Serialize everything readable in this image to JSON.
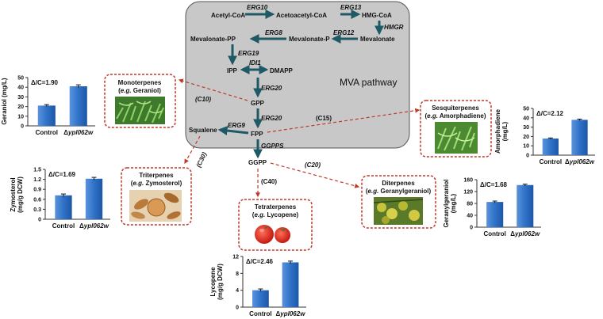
{
  "pathway": {
    "title": "MVA pathway",
    "metabolites": {
      "acetyl_coa": "Acetyl-CoA",
      "acetoacetyl_coa": "Acetoacetyl-CoA",
      "hmg_coa": "HMG-CoA",
      "mevalonate_pp": "Mevalonate-PP",
      "mevalonate_p": "Mevalonate-P",
      "mevalonate": "Mevalonate",
      "ipp": "IPP",
      "dmapp": "DMAPP",
      "gpp": "GPP",
      "fpp": "FPP",
      "squalene": "Squalene",
      "ggpp": "GGPP"
    },
    "enzymes": {
      "erg10": "ERG10",
      "erg13": "ERG13",
      "hmgr": "HMGR",
      "erg12": "ERG12",
      "erg8": "ERG8",
      "erg19": "ERG19",
      "idi1": "IDI1",
      "erg20_a": "ERG20",
      "erg20_b": "ERG20",
      "erg9": "ERG9",
      "ggpps": "GGPPS"
    },
    "branches": {
      "c10": "(C10)",
      "c15": "(C15)",
      "c30": "(C30)",
      "c20": "(C20)",
      "c40": "(C40)"
    }
  },
  "products": {
    "monoterpenes": {
      "name": "Monoterpenes",
      "example_prefix": "(",
      "example_eg": "e.g.",
      "example_name": " Geraniol)"
    },
    "sesquiterpenes": {
      "name": "Sesquiterpenes",
      "example_prefix": "(",
      "example_eg": "e.g.",
      "example_name": " Amorphadiene)"
    },
    "triterpenes": {
      "name": "Triterpenes",
      "example_prefix": "(",
      "example_eg": "e.g.",
      "example_name": " Zymosterol)"
    },
    "diterpenes": {
      "name": "Diterpenes",
      "example_prefix": "(",
      "example_eg": "e.g.",
      "example_name": " Geranylgeraniol)"
    },
    "tetraterpenes": {
      "name": "Tetraterpenes",
      "example_prefix": "(",
      "example_eg": "e.g.",
      "example_name": " Lycopene)"
    }
  },
  "chart_data": [
    {
      "type": "bar",
      "id": "geraniol",
      "categories": [
        "Control",
        "Δypl062w"
      ],
      "values": [
        21,
        41
      ],
      "errors": [
        1,
        1.5
      ],
      "ylabel": "Geraniol (mg/L)",
      "ylim": [
        0,
        50
      ],
      "ticks": [
        "0",
        "10",
        "20",
        "30",
        "40",
        "50"
      ],
      "annotation": "Δ/C=1.90",
      "color": "#2f72c8"
    },
    {
      "type": "bar",
      "id": "amorphadiene",
      "categories": [
        "Control",
        "Δypl062w"
      ],
      "values": [
        17.8,
        37.8
      ],
      "errors": [
        0.6,
        0.8
      ],
      "ylabel": "Amorphadiene (mg/L)",
      "ylim": [
        0,
        50
      ],
      "ticks": [
        "0",
        "10",
        "20",
        "30",
        "40",
        "50"
      ],
      "annotation": "Δ/C=2.12",
      "color": "#2f72c8"
    },
    {
      "type": "bar",
      "id": "zymosterol",
      "categories": [
        "Control",
        "Δypl062w"
      ],
      "values": [
        0.72,
        1.22
      ],
      "errors": [
        0.04,
        0.04
      ],
      "ylabel": "Zymosterol (mg/g DCW)",
      "ylim": [
        0,
        1.5
      ],
      "ticks": [
        "0",
        "0.3",
        "0.6",
        "0.9",
        "1.2",
        "1.5"
      ],
      "annotation": "Δ/C=1.69",
      "color": "#2f72c8"
    },
    {
      "type": "bar",
      "id": "geranylgeraniol",
      "categories": [
        "Control",
        "Δypl062w"
      ],
      "values": [
        85,
        142
      ],
      "errors": [
        3,
        3
      ],
      "ylabel": "Geranylgeraniol (mg/L)",
      "ylim": [
        0,
        160
      ],
      "ticks": [
        "0",
        "40",
        "80",
        "120",
        "160"
      ],
      "annotation": "Δ/C=1.68",
      "color": "#2f72c8"
    },
    {
      "type": "bar",
      "id": "lycopene",
      "categories": [
        "Control",
        "Δypl062w"
      ],
      "values": [
        4.0,
        10.6
      ],
      "errors": [
        0.3,
        0.3
      ],
      "ylabel": "Lycopene (mg/g DCW)",
      "ylim": [
        0,
        12
      ],
      "ticks": [
        "0",
        "4",
        "8",
        "12"
      ],
      "annotation": "Δ/C=2.46",
      "color": "#2f72c8"
    }
  ],
  "colors": {
    "pathway_box": "#c8c8c8",
    "pathway_arrow": "#1e5a66",
    "branch_arrow": "#c0392b",
    "bar": "#2f72c8"
  }
}
